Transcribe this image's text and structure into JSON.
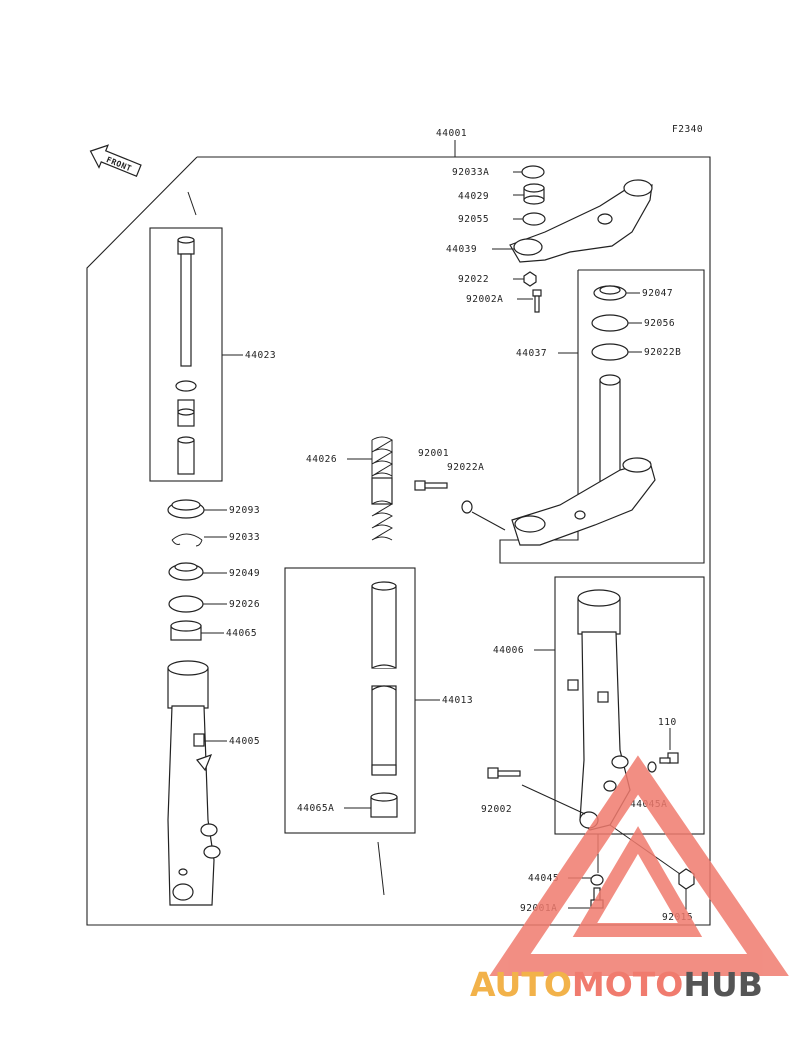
{
  "figure_code": "F2340",
  "front_label": "FRONT",
  "labels": {
    "p44001": "44001",
    "p92033A": "92033A",
    "p44029": "44029",
    "p92055": "92055",
    "p44039": "44039",
    "p92022": "92022",
    "p92002A": "92002A",
    "p92047": "92047",
    "p92056": "92056",
    "p92022B": "92022B",
    "p44037": "44037",
    "p44023": "44023",
    "p44026": "44026",
    "p92001": "92001",
    "p92022A": "92022A",
    "p92093": "92093",
    "p92033": "92033",
    "p92049": "92049",
    "p92026": "92026",
    "p44065": "44065",
    "p44005": "44005",
    "p44013": "44013",
    "p44065A": "44065A",
    "p44006": "44006",
    "p110": "110",
    "p44045A": "44045A",
    "p92002": "92002",
    "p44045": "44045",
    "p92001A": "92001A",
    "p92015": "92015"
  },
  "watermark": {
    "text_a": "AUTO",
    "text_b": "MOTO",
    "text_c": "HUB",
    "color_a": "#f2b24a",
    "color_b": "#f07b6e",
    "color_c": "#555555"
  }
}
